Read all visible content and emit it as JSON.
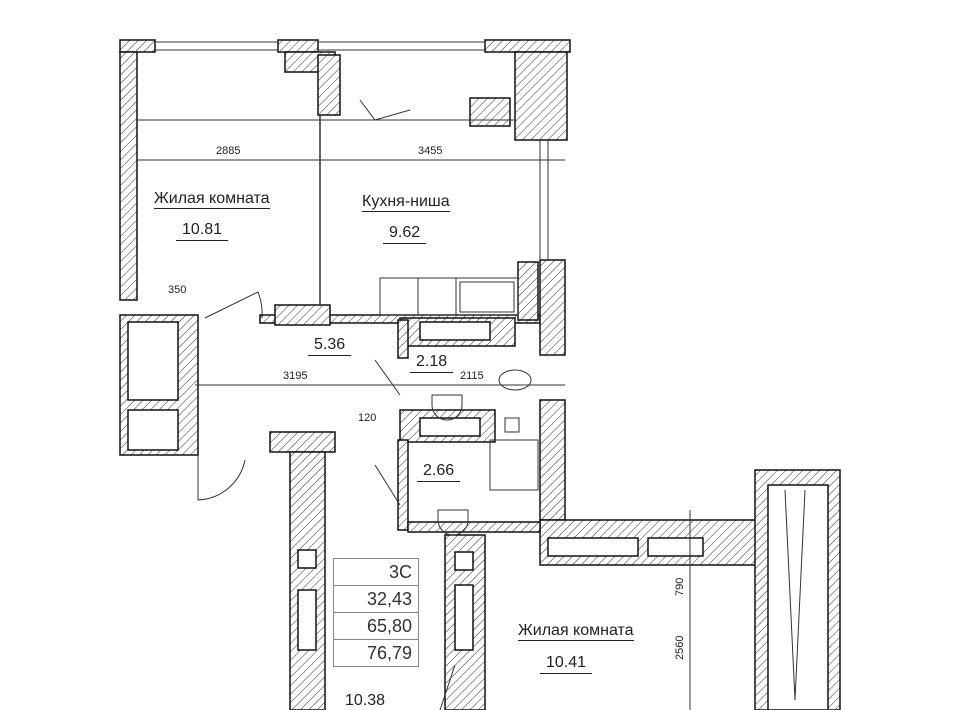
{
  "rooms": {
    "living_room_1": {
      "name": "Жилая комната",
      "area": "10.81"
    },
    "kitchen": {
      "name": "Кухня-ниша",
      "area": "9.62"
    },
    "hall": {
      "area": "5.36"
    },
    "bathroom_1": {
      "area": "2.18"
    },
    "bathroom_2": {
      "area": "2.66"
    },
    "living_room_2": {
      "name": "Жилая комната",
      "area": "10.41"
    },
    "corridor": {
      "area": "10.38"
    }
  },
  "dimensions": {
    "d2885": "2885",
    "d3455": "3455",
    "d350": "350",
    "d3195": "3195",
    "d2115": "2115",
    "d120": "120",
    "d790": "790",
    "d2560": "2560"
  },
  "summary_table": {
    "type": "3С",
    "living_area": "32,43",
    "total_area": "65,80",
    "area_with_balcony": "76,79"
  }
}
